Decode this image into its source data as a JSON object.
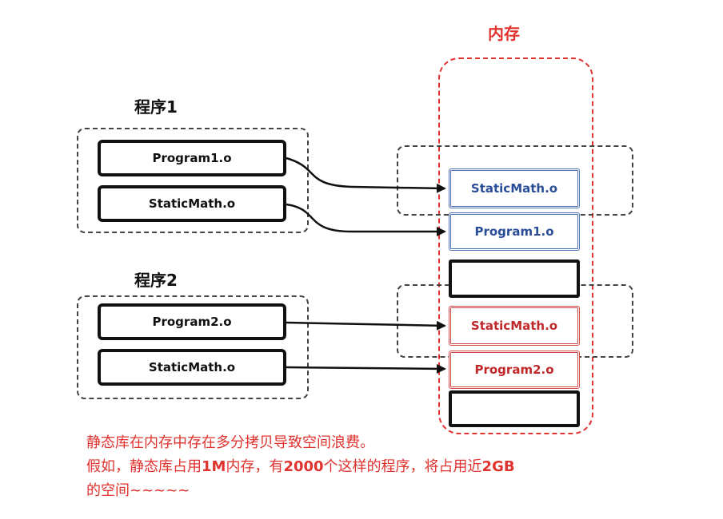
{
  "memory": {
    "title": "内存"
  },
  "program1": {
    "title": "程序1",
    "modules": [
      "Program1.o",
      "StaticMath.o"
    ]
  },
  "program2": {
    "title": "程序2",
    "modules": [
      "Program2.o",
      "StaticMath.o"
    ]
  },
  "memory_blocks": [
    {
      "label": "StaticMath.o",
      "color": "#2a4d9a"
    },
    {
      "label": "Program1.o",
      "color": "#2a4d9a"
    },
    {
      "label": "",
      "color": "#111111"
    },
    {
      "label": "StaticMath.o",
      "color": "#c0282a"
    },
    {
      "label": "Program2.o",
      "color": "#c0282a"
    },
    {
      "label": "",
      "color": "#111111"
    }
  ],
  "note": {
    "line1": "静态库在内存中存在多分拷贝导致空间浪费。",
    "line2_a": "假如，静态库占用",
    "line2_b": "1M",
    "line2_c": "内存，有",
    "line2_d": "2000",
    "line2_e": "个这样的程序，将占用近",
    "line2_f": "2GB",
    "line3": "的空间~~~~~"
  },
  "colors": {
    "accent_red": "#e0322e",
    "blue": "#2a4d9a"
  }
}
